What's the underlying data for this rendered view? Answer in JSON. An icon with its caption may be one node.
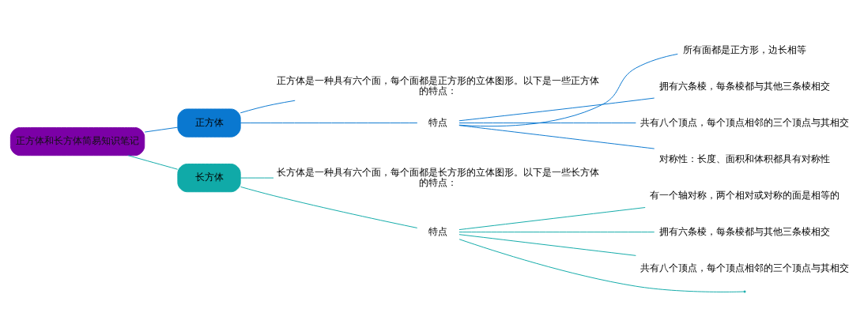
{
  "diagram": {
    "nodes": [
      {
        "text": [
          "正方体和长方体简易知识笔记"
        ]
      },
      {
        "text": [
          "正方体"
        ]
      },
      {
        "text": [
          "正方体是一种具有六个面，每个面都是正方形的立体图形。以下是一些正方体的特点："
        ]
      },
      {
        "text": [
          "特点"
        ]
      },
      {
        "text": [
          "所有面都是正方形，边长相等"
        ]
      },
      {
        "text": [
          "拥有六条棱，每条棱都与其他三条棱相交"
        ]
      },
      {
        "text": [
          "共有八个顶点，每个顶点相邻的三个顶点与其相交"
        ]
      },
      {
        "text": [
          "对称性：长度、面积和体积都具有对称性"
        ]
      },
      {
        "text": [
          "长方体"
        ]
      },
      {
        "text": [
          "长方体是一种具有六个面，每个面都是长方形的立体图形。以下是一些长方体的特点："
        ]
      },
      {
        "text": [
          "特点"
        ]
      },
      {
        "text": [
          "有一个轴对称，两个相对或对称的面是相等的"
        ]
      },
      {
        "text": [
          "拥有六条棱，每条棱都与其他三条棱相交"
        ]
      },
      {
        "text": [
          "共有八个顶点，每个顶点相邻的三个顶点与其相交"
        ]
      },
      {
        "text": [],
        "shape": "point"
      }
    ],
    "edges": [
      {
        "from": 0,
        "to": 1,
        "arrow": "none",
        "color": "#0a78d0"
      },
      {
        "from": 1,
        "to": 2,
        "arrow": "none",
        "color": "#0a78d0"
      },
      {
        "from": 1,
        "to": 3,
        "arrow": "none",
        "color": "#0a78d0"
      },
      {
        "from": 3,
        "to": 4,
        "arrow": "none",
        "color": "#0a78d0"
      },
      {
        "from": 3,
        "to": 5,
        "arrow": "none",
        "color": "#0a78d0"
      },
      {
        "from": 3,
        "to": 6,
        "arrow": "none",
        "color": "#0a78d0"
      },
      {
        "from": 3,
        "to": 7,
        "arrow": "none",
        "color": "#0a78d0"
      },
      {
        "from": 0,
        "to": 8,
        "arrow": "none",
        "color": "#10aaa8"
      },
      {
        "from": 8,
        "to": 9,
        "arrow": "none",
        "color": "#10aaa8"
      },
      {
        "from": 8,
        "to": 10,
        "arrow": "none",
        "color": "#10aaa8"
      },
      {
        "from": 10,
        "to": 11,
        "arrow": "none",
        "color": "#10aaa8"
      },
      {
        "from": 10,
        "to": 12,
        "arrow": "none",
        "color": "#10aaa8"
      },
      {
        "from": 10,
        "to": 13,
        "arrow": "none",
        "color": "#10aaa8"
      },
      {
        "from": 10,
        "to": 14,
        "arrow": "none",
        "color": "#10aaa8"
      }
    ]
  }
}
